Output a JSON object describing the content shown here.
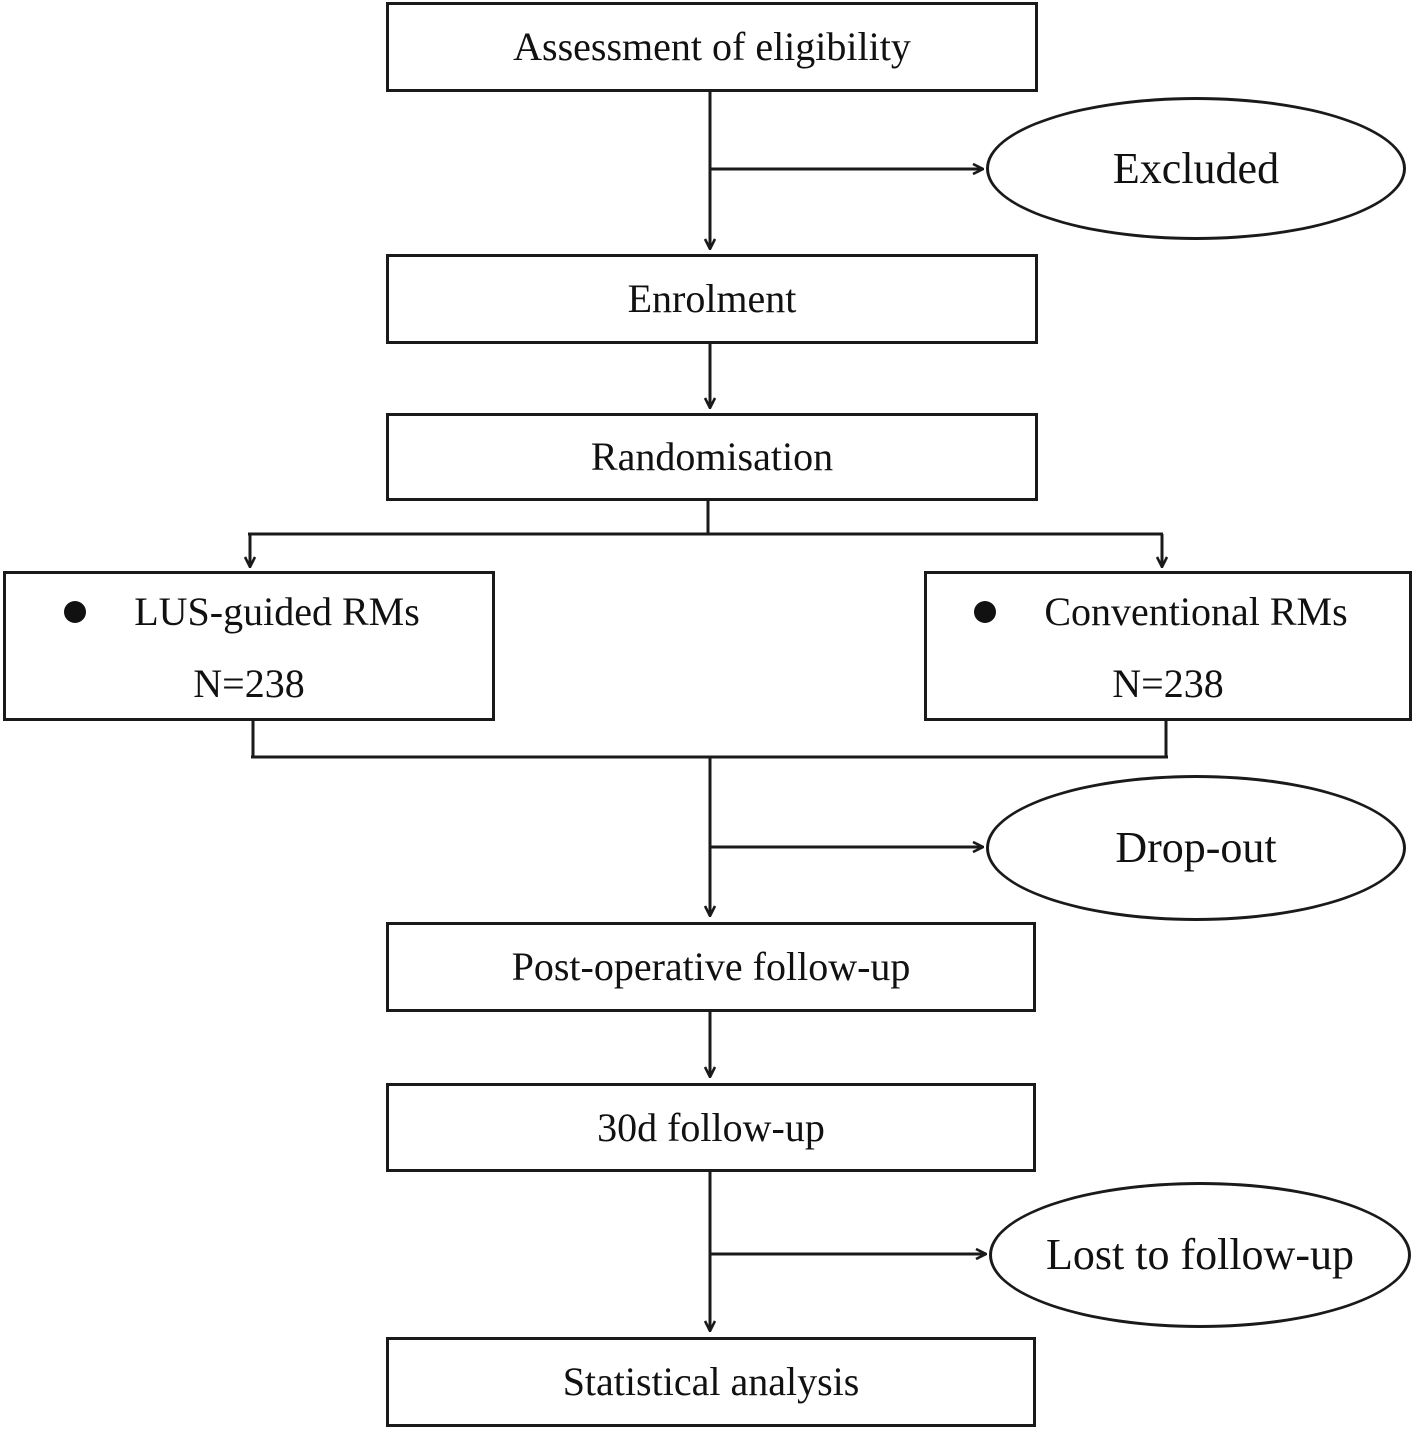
{
  "nodes": {
    "eligibility": "Assessment of eligibility",
    "excluded": "Excluded",
    "enrolment": "Enrolment",
    "randomisation": "Randomisation",
    "arm_lus": {
      "label": "LUS-guided RMs",
      "count": "N=238"
    },
    "arm_conventional": {
      "label": "Conventional RMs",
      "count": "N=238"
    },
    "dropout": "Drop-out",
    "postop": "Post-operative follow-up",
    "followup30": "30d follow-up",
    "lost": "Lost to follow-up",
    "analysis": "Statistical analysis"
  },
  "colors": {
    "line": "#1a1a1a",
    "background": "#ffffff"
  }
}
